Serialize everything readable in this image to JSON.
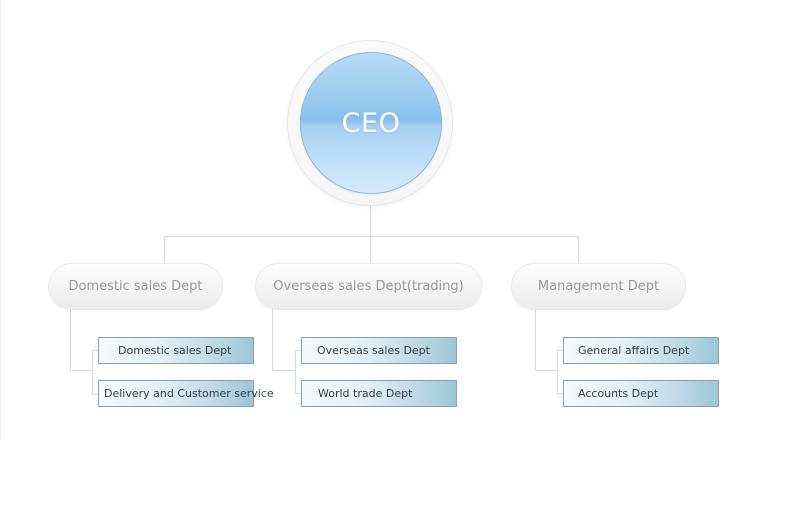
{
  "ceo": {
    "label": "CEO"
  },
  "departments": [
    {
      "name": "Domestic sales Dept",
      "subs": [
        "Domestic sales Dept",
        "Delivery and Customer service"
      ]
    },
    {
      "name": "Overseas sales Dept(trading)",
      "subs": [
        "Overseas sales Dept",
        "World trade Dept"
      ]
    },
    {
      "name": "Management Dept",
      "subs": [
        "General affairs Dept",
        "Accounts Dept"
      ]
    }
  ],
  "colors": {
    "ceo_blue": "#9fcdf0",
    "connector": "#d8d8d8",
    "sub_border": "#7ea4b8",
    "dept_text": "#9a9a9a"
  }
}
